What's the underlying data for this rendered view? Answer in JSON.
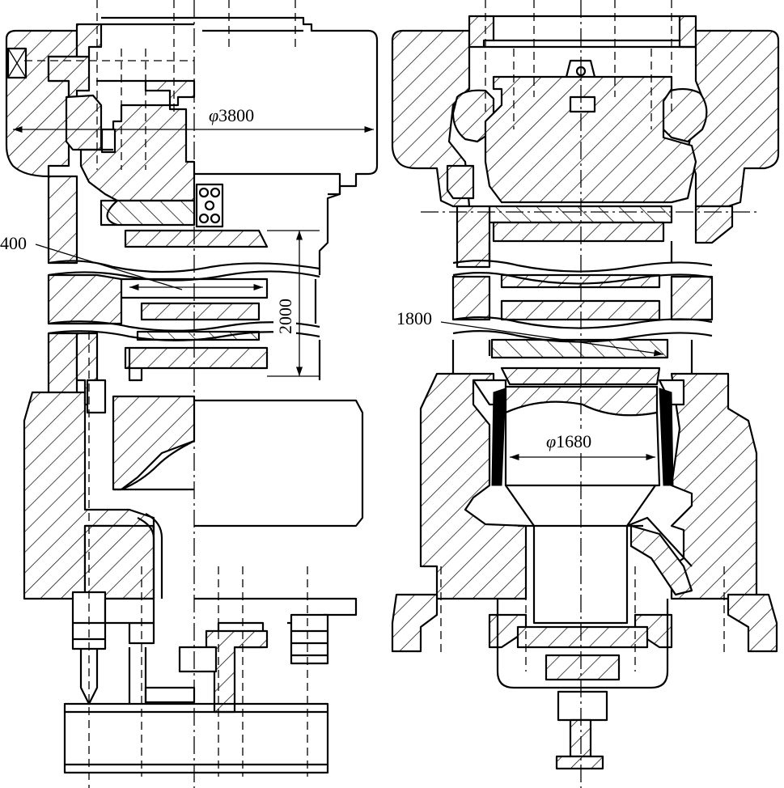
{
  "drawing": {
    "left_view": {
      "labels": {
        "diameter_prefix": "φ",
        "diameter_value": "3800",
        "height_value": "2000",
        "stroke_value": "400"
      }
    },
    "right_view": {
      "labels": {
        "stroke_value": "1800",
        "diameter_prefix": "φ",
        "diameter_value": "1680"
      }
    }
  }
}
